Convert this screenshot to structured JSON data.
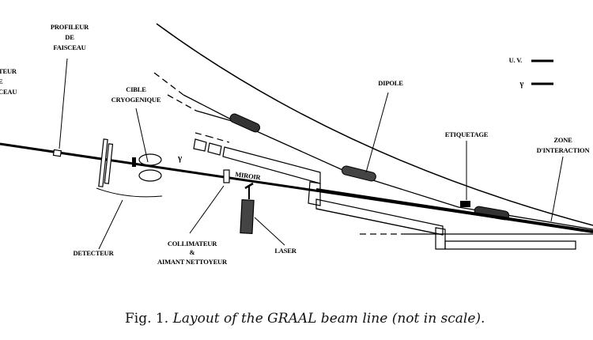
{
  "figure": {
    "caption_prefix": "Fig. 1.",
    "caption_text": "Layout of the GRAAL beam line (not in scale).",
    "colors": {
      "ink": "#000000",
      "background": "#ffffff"
    }
  },
  "labels": {
    "profileur": [
      "PROFILEUR",
      "DE",
      "FAISCEAU"
    ],
    "left_cut": [
      "TEUR",
      "E",
      "CEAU"
    ],
    "cible": [
      "CIBLE",
      "CRYOGENIQUE"
    ],
    "dipole": "DIPOLE",
    "etiquetage": "ETIQUETAGE",
    "zone": [
      "ZONE",
      "D'INTERACTION"
    ],
    "miroir": "MIROIR",
    "detecteur": "DETECTEUR",
    "collimateur": [
      "COLLIMATEUR",
      "&",
      "AIMANT NETTOYEUR"
    ],
    "laser": "LASER",
    "gamma_beam": "γ"
  },
  "legend": [
    {
      "label": "U. V.",
      "line": "solid"
    },
    {
      "label": "γ",
      "line": "solid"
    }
  ]
}
